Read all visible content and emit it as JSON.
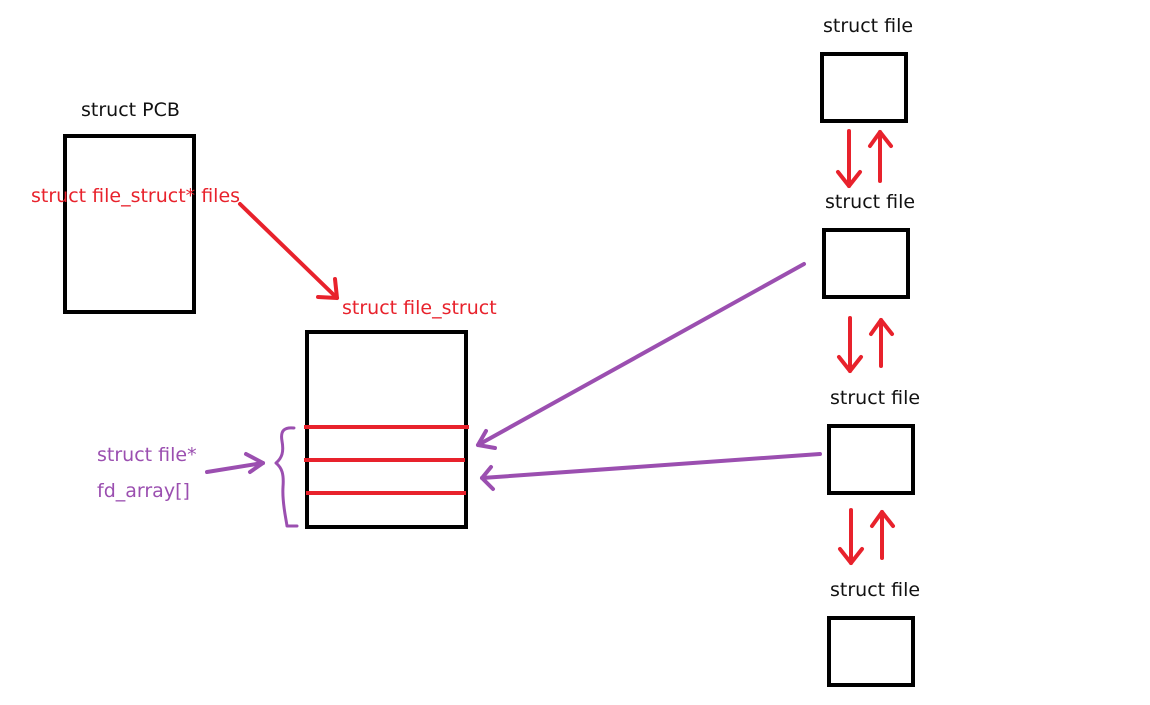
{
  "labels": {
    "pcb_title": "struct PCB",
    "pcb_field": "struct file_struct* files",
    "file_struct_title": "struct file_struct",
    "fd_array_line1": "struct file*",
    "fd_array_line2": "fd_array[]",
    "file_1": "struct file",
    "file_2": "struct file",
    "file_3": "struct file",
    "file_4": "struct file"
  },
  "colors": {
    "box_border": "#000000",
    "text": "#111111",
    "red_accent": "#e8222c",
    "purple_accent": "#9b4fb0"
  }
}
